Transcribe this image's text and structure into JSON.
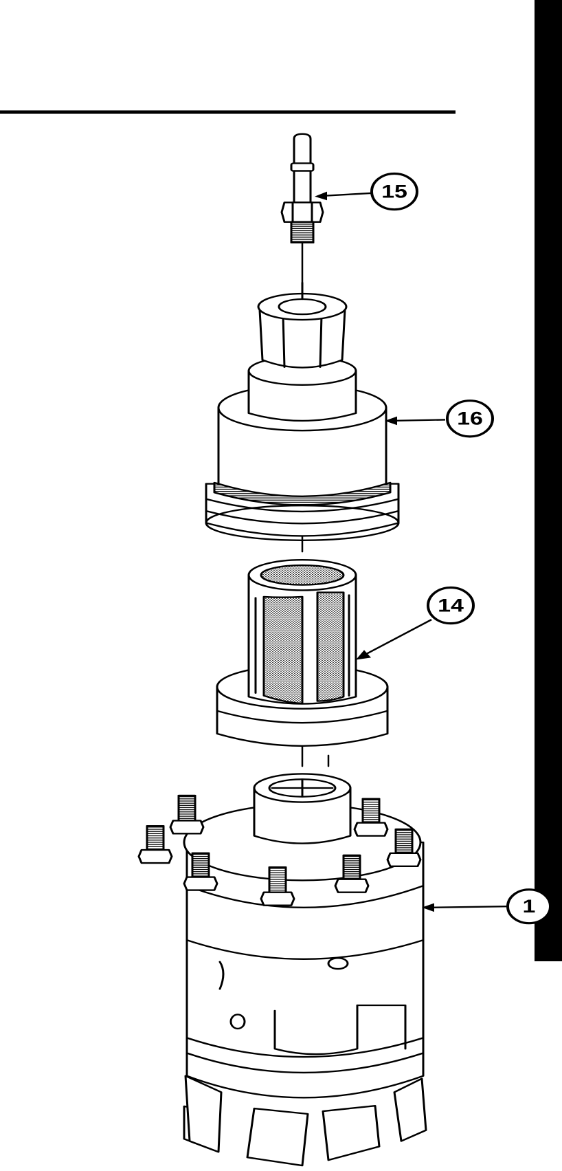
{
  "diagram": {
    "callouts": [
      {
        "id": "c15",
        "label": "15"
      },
      {
        "id": "c16",
        "label": "16"
      },
      {
        "id": "c14",
        "label": "14"
      },
      {
        "id": "c1",
        "label": "1"
      }
    ]
  },
  "colors": {
    "ink": "#000000",
    "paper": "#ffffff",
    "screen": "#9a9a9a"
  }
}
